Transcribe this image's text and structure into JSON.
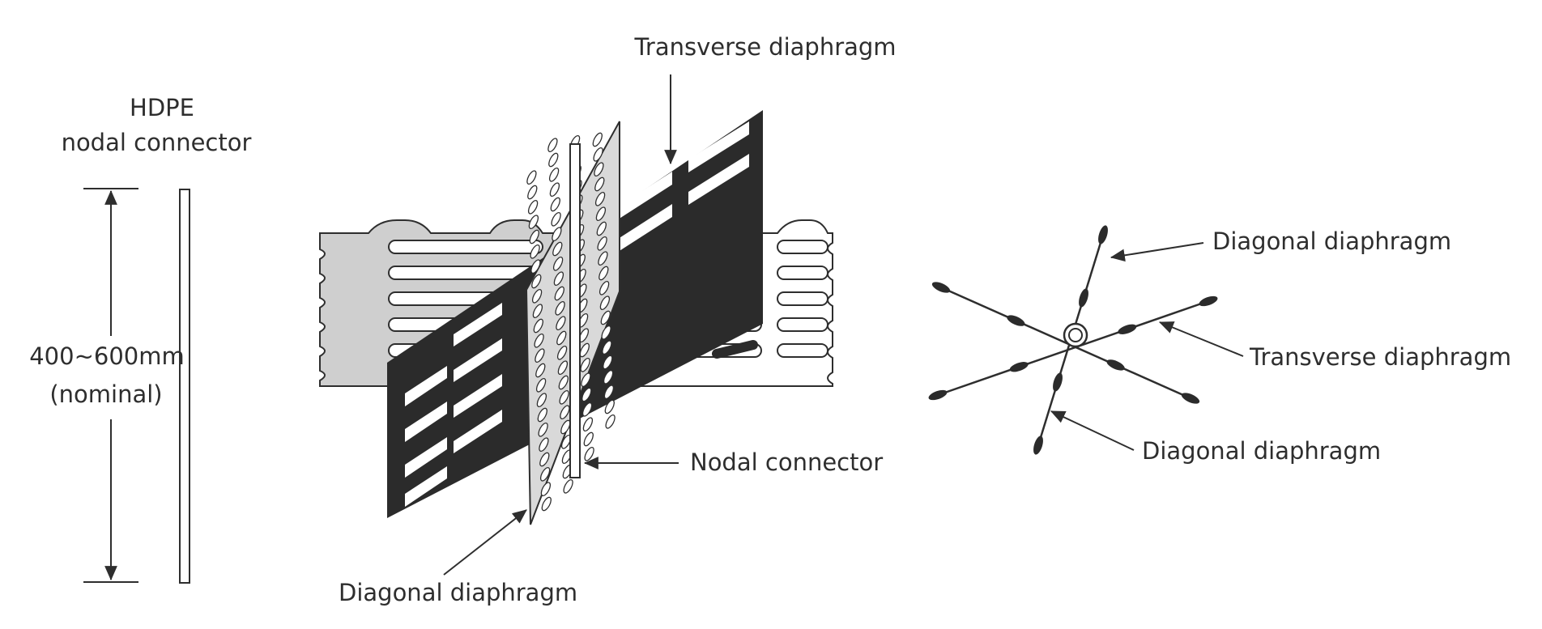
{
  "connector_caption": {
    "line1": "HDPE",
    "line2": "nodal connector"
  },
  "dimension": {
    "value": "400~600mm",
    "note": "(nominal)"
  },
  "labels": {
    "transverse_top": "Transverse diaphragm",
    "nodal_connector": "Nodal connector",
    "diagonal_bottom": "Diagonal diaphragm",
    "plan_diagonal_top": "Diagonal diaphragm",
    "plan_transverse": "Transverse diaphragm",
    "plan_diagonal_bottom": "Diagonal diaphragm"
  },
  "colors": {
    "ink": "#2e2e2e",
    "transverse_fill": "#2b2b2b",
    "grey_panel": "#cfcfcf",
    "white_panel": "#ffffff"
  }
}
